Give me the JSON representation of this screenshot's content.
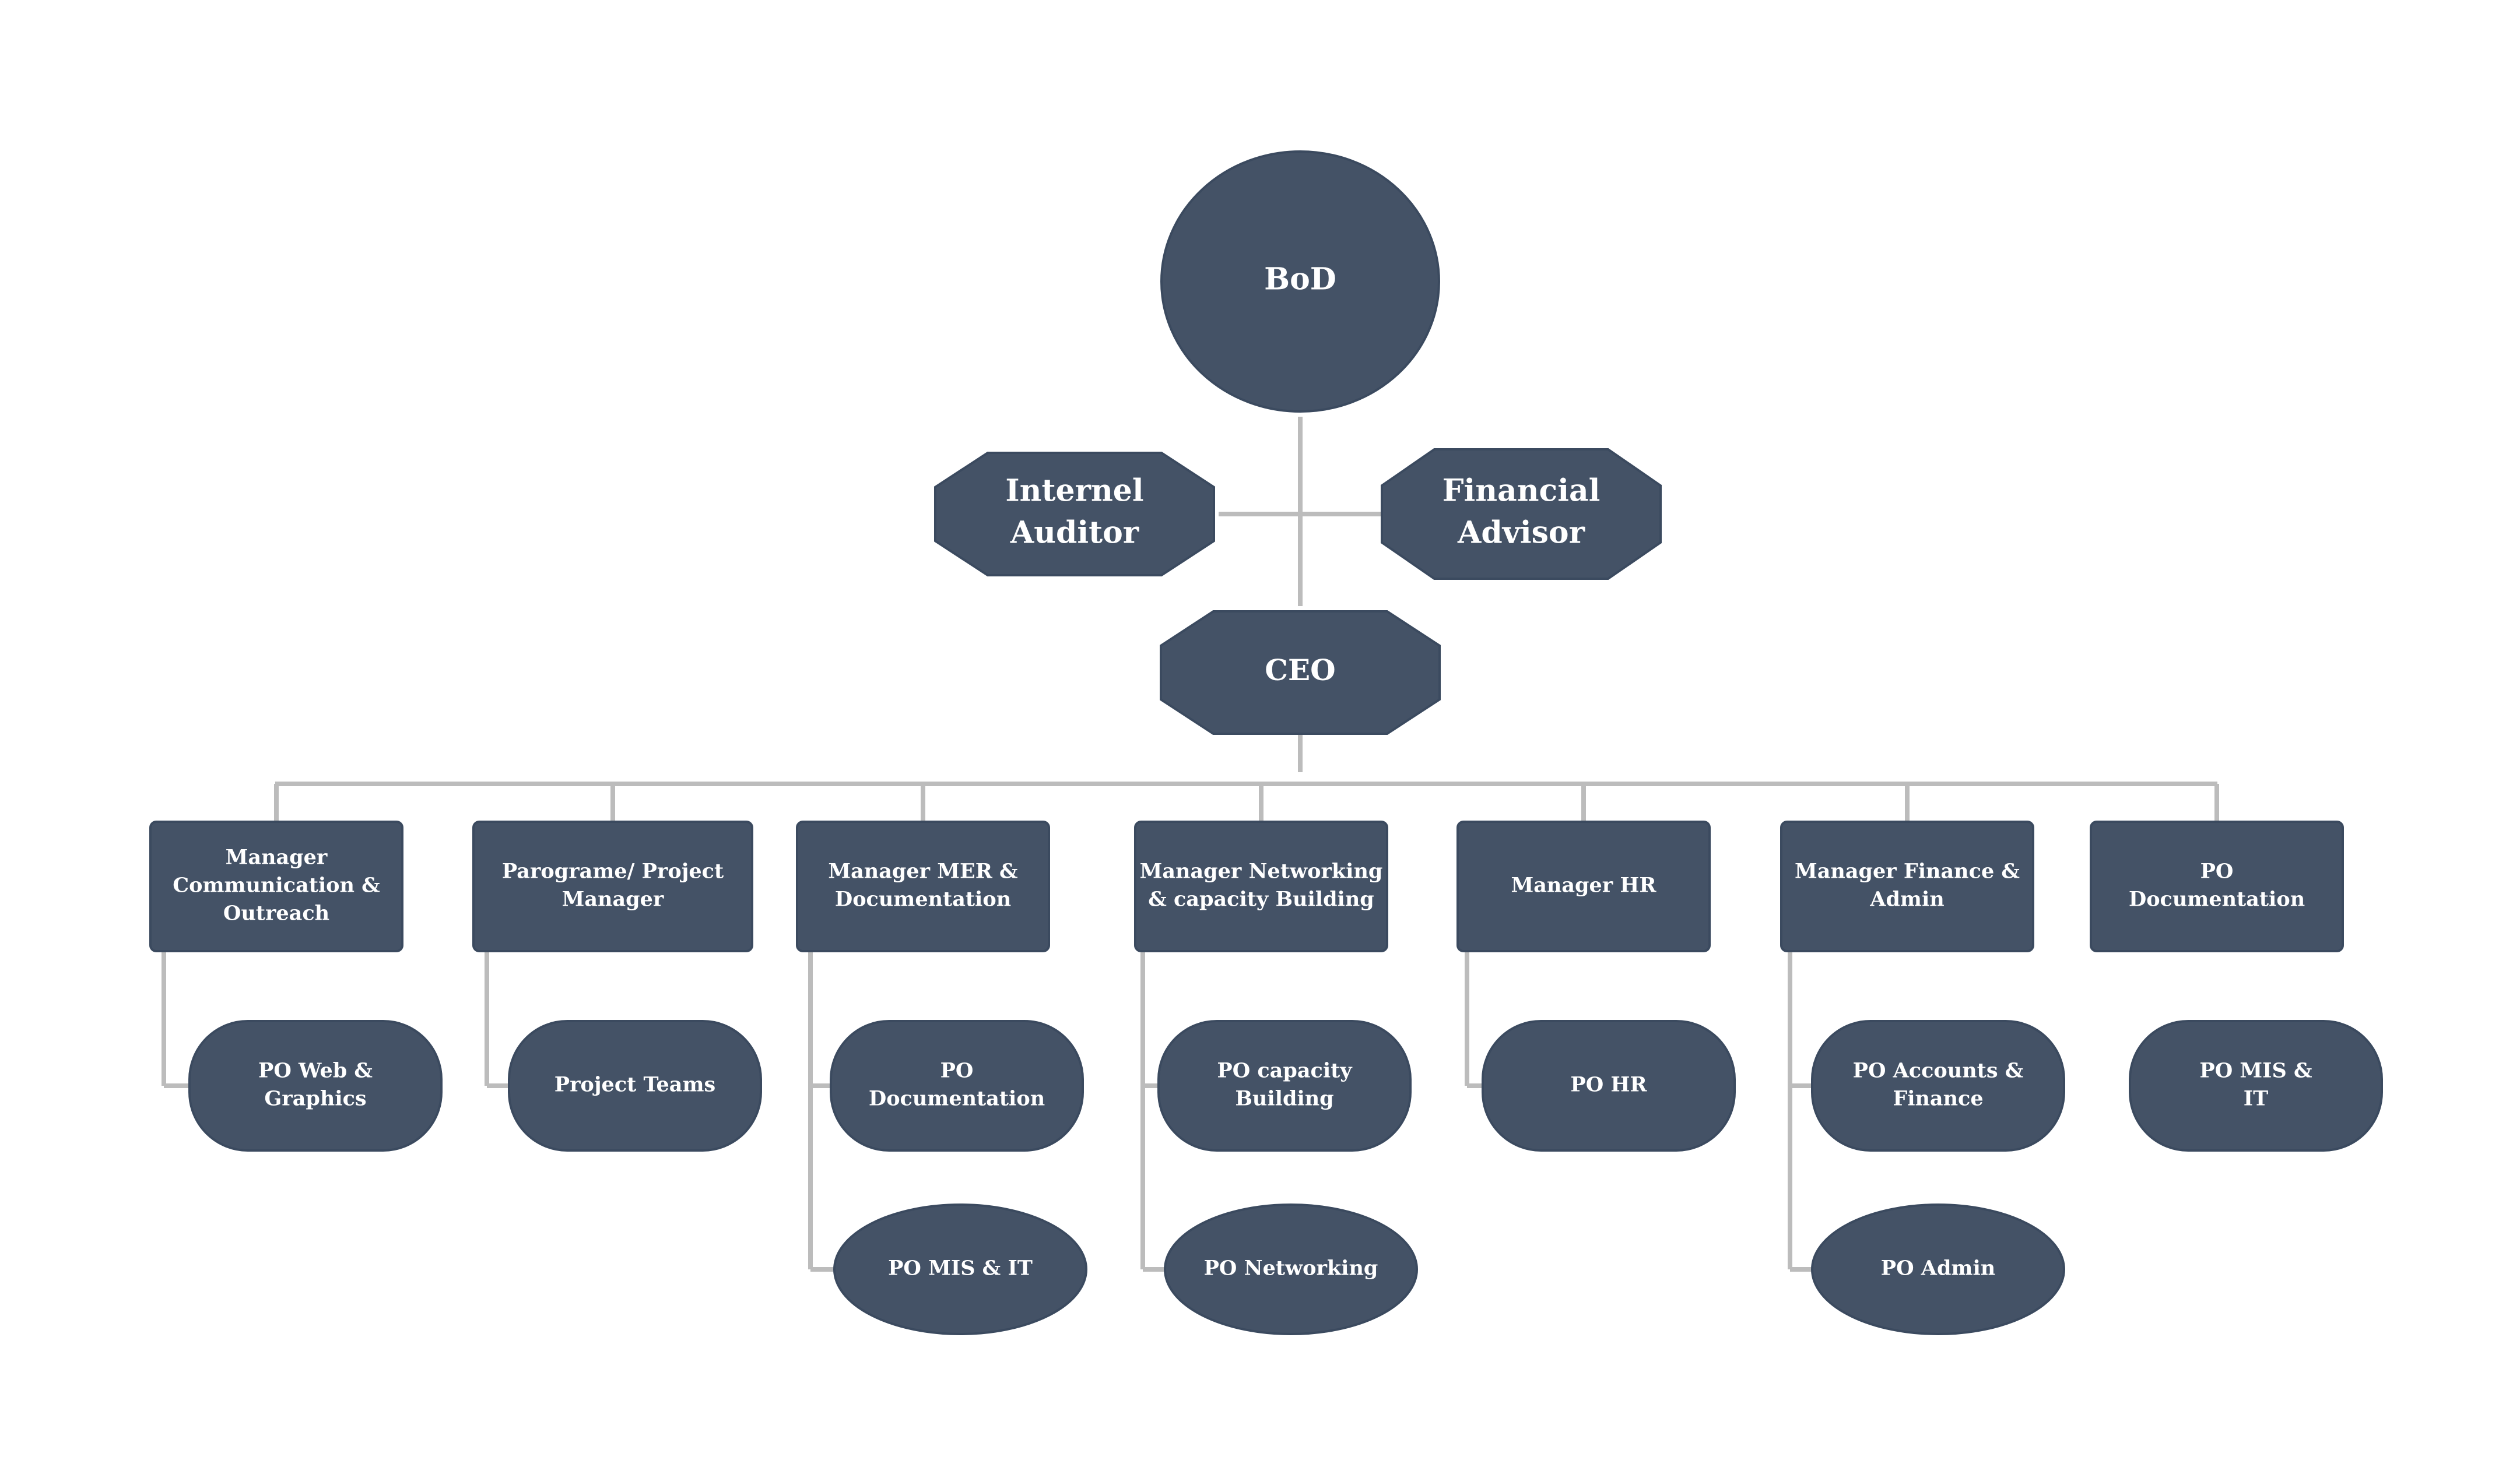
{
  "colors": {
    "node_fill": "#445266",
    "connector": "#bcbcbc",
    "text": "#ffffff",
    "background": "#ffffff"
  },
  "top": {
    "bod": "BoD",
    "internal_auditor": [
      "Internel",
      "Auditor"
    ],
    "financial_advisor": [
      "Financial",
      "Advisor"
    ],
    "ceo": "CEO"
  },
  "managers": [
    {
      "lines": [
        "Manager",
        "Communication &",
        "Outreach"
      ]
    },
    {
      "lines": [
        "Parograme/ Project",
        "Manager"
      ]
    },
    {
      "lines": [
        "Manager MER &",
        "Documentation"
      ]
    },
    {
      "lines": [
        "Manager Networking",
        "& capacity Building"
      ]
    },
    {
      "lines": [
        "Manager HR"
      ]
    },
    {
      "lines": [
        "Manager Finance &",
        "Admin"
      ]
    },
    {
      "lines": [
        "PO",
        "Documentation"
      ]
    }
  ],
  "staff": [
    {
      "manager": 0,
      "shape": "rounded",
      "lines": [
        "PO Web &",
        "Graphics"
      ]
    },
    {
      "manager": 1,
      "shape": "rounded",
      "lines": [
        "Project Teams"
      ]
    },
    {
      "manager": 2,
      "shape": "rounded",
      "lines": [
        "PO",
        "Documentation"
      ]
    },
    {
      "manager": 2,
      "shape": "ellipse",
      "lines": [
        "PO MIS & IT"
      ]
    },
    {
      "manager": 3,
      "shape": "rounded",
      "lines": [
        "PO capacity",
        "Building"
      ]
    },
    {
      "manager": 3,
      "shape": "ellipse",
      "lines": [
        "PO Networking"
      ]
    },
    {
      "manager": 4,
      "shape": "rounded",
      "lines": [
        "PO HR"
      ]
    },
    {
      "manager": 5,
      "shape": "rounded",
      "lines": [
        "PO Accounts &",
        "Finance"
      ]
    },
    {
      "manager": 5,
      "shape": "ellipse",
      "lines": [
        "PO Admin"
      ]
    },
    {
      "manager": 6,
      "shape": "rounded",
      "lines": [
        "PO MIS &",
        "IT"
      ]
    }
  ]
}
